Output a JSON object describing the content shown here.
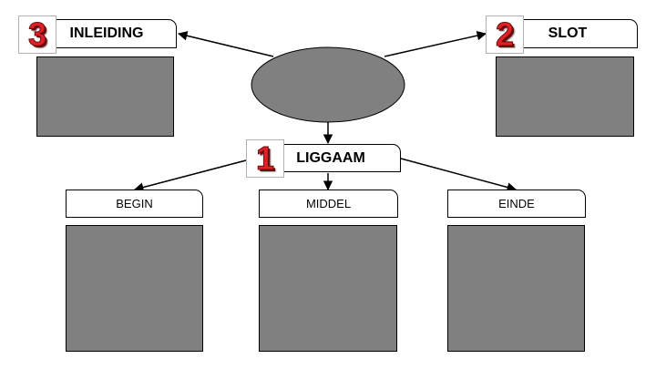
{
  "colors": {
    "box_fill": "#808080",
    "badge_red": "#e01f26",
    "line": "#000000"
  },
  "inleiding": {
    "number": "3",
    "title": "INLEIDING"
  },
  "slot": {
    "number": "2",
    "title": "SLOT"
  },
  "liggaam": {
    "number": "1",
    "title": "LIGGAAM"
  },
  "parts": {
    "begin": "BEGIN",
    "middel": "MIDDEL",
    "einde": "EINDE"
  }
}
